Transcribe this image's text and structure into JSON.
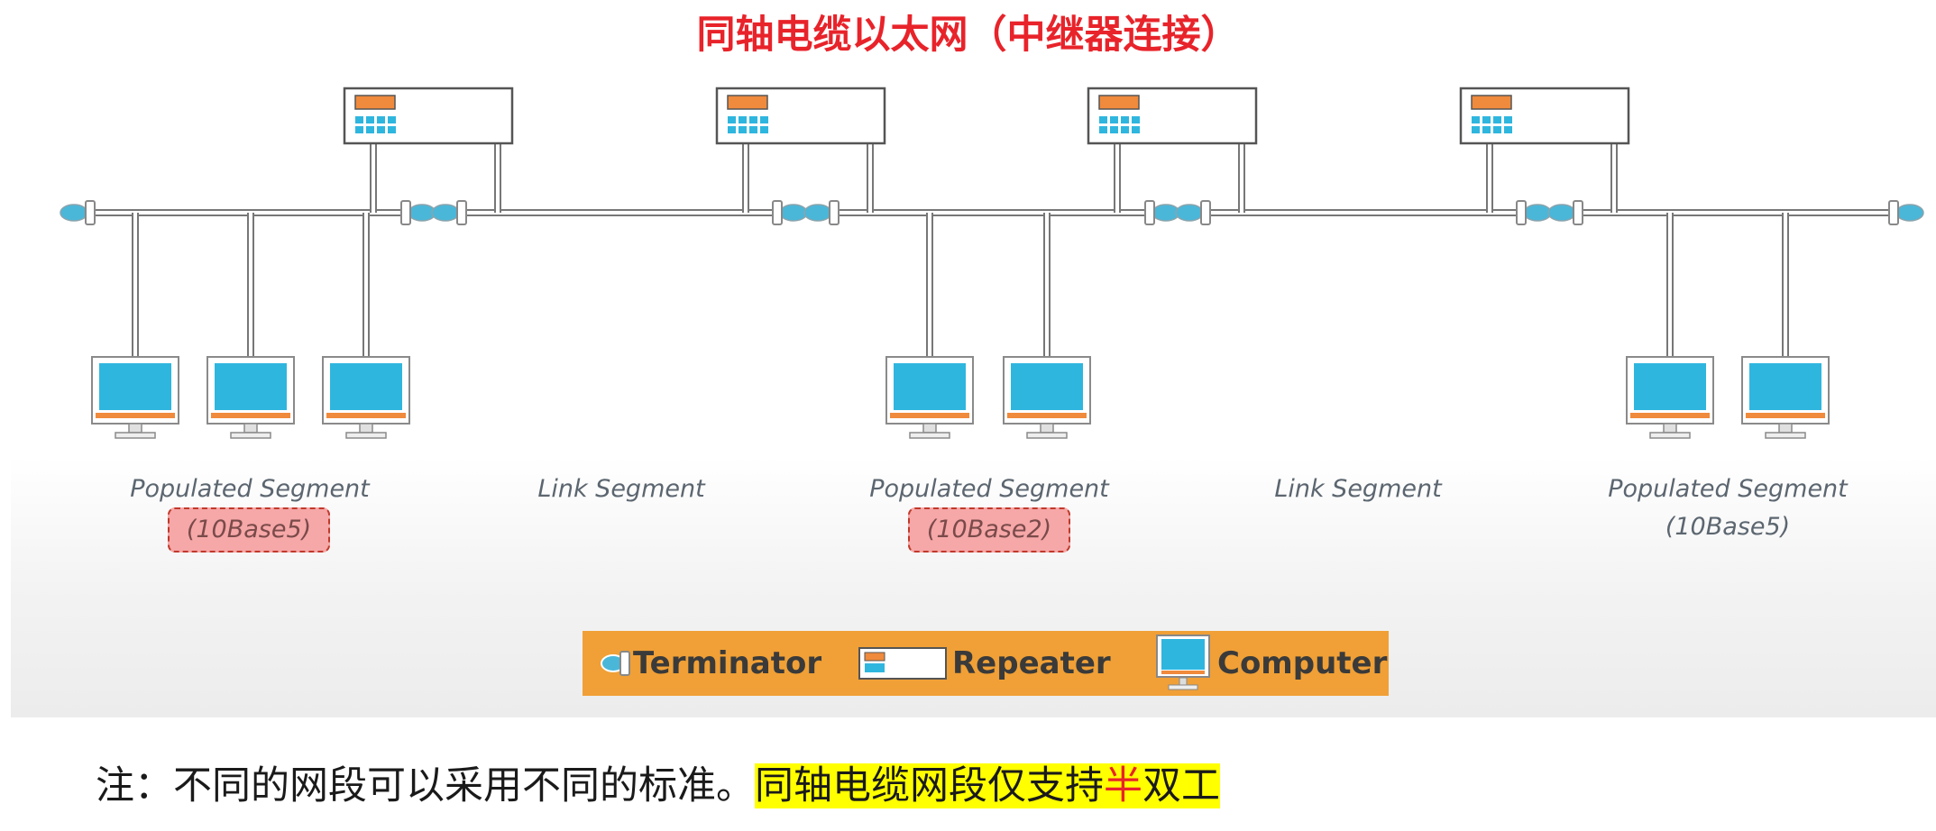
{
  "title": "同轴电缆以太网（中继器连接）",
  "segments": [
    {
      "label": "Populated Segment",
      "standard": "(10Base5)",
      "standard_highlighted": true,
      "computers": 3
    },
    {
      "label": "Link Segment",
      "standard": "",
      "standard_highlighted": false,
      "computers": 0
    },
    {
      "label": "Populated Segment",
      "standard": "(10Base2)",
      "standard_highlighted": true,
      "computers": 2
    },
    {
      "label": "Link Segment",
      "standard": "",
      "standard_highlighted": false,
      "computers": 0
    },
    {
      "label": "Populated Segment",
      "standard": "(10Base5)",
      "standard_highlighted": false,
      "computers": 2
    }
  ],
  "repeaters": 4,
  "legend": [
    {
      "icon": "terminator-icon",
      "label": "Terminator"
    },
    {
      "icon": "repeater-icon",
      "label": "Repeater"
    },
    {
      "icon": "computer-icon",
      "label": "Computer"
    }
  ],
  "note": {
    "prefix": "注：不同的网段可以采用不同的标准。",
    "highlight_before": "同轴电缆网段仅支持",
    "highlight_red": "半",
    "highlight_after": "双工"
  },
  "colors": {
    "title": "#e8232a",
    "terminator": "#4ab7d9",
    "repeater_display": "#f08a3c",
    "screen": "#2fb6df",
    "legend_bg": "#f0a036",
    "highlight": "#ffff00",
    "standard_box": "#f6a7a7"
  }
}
